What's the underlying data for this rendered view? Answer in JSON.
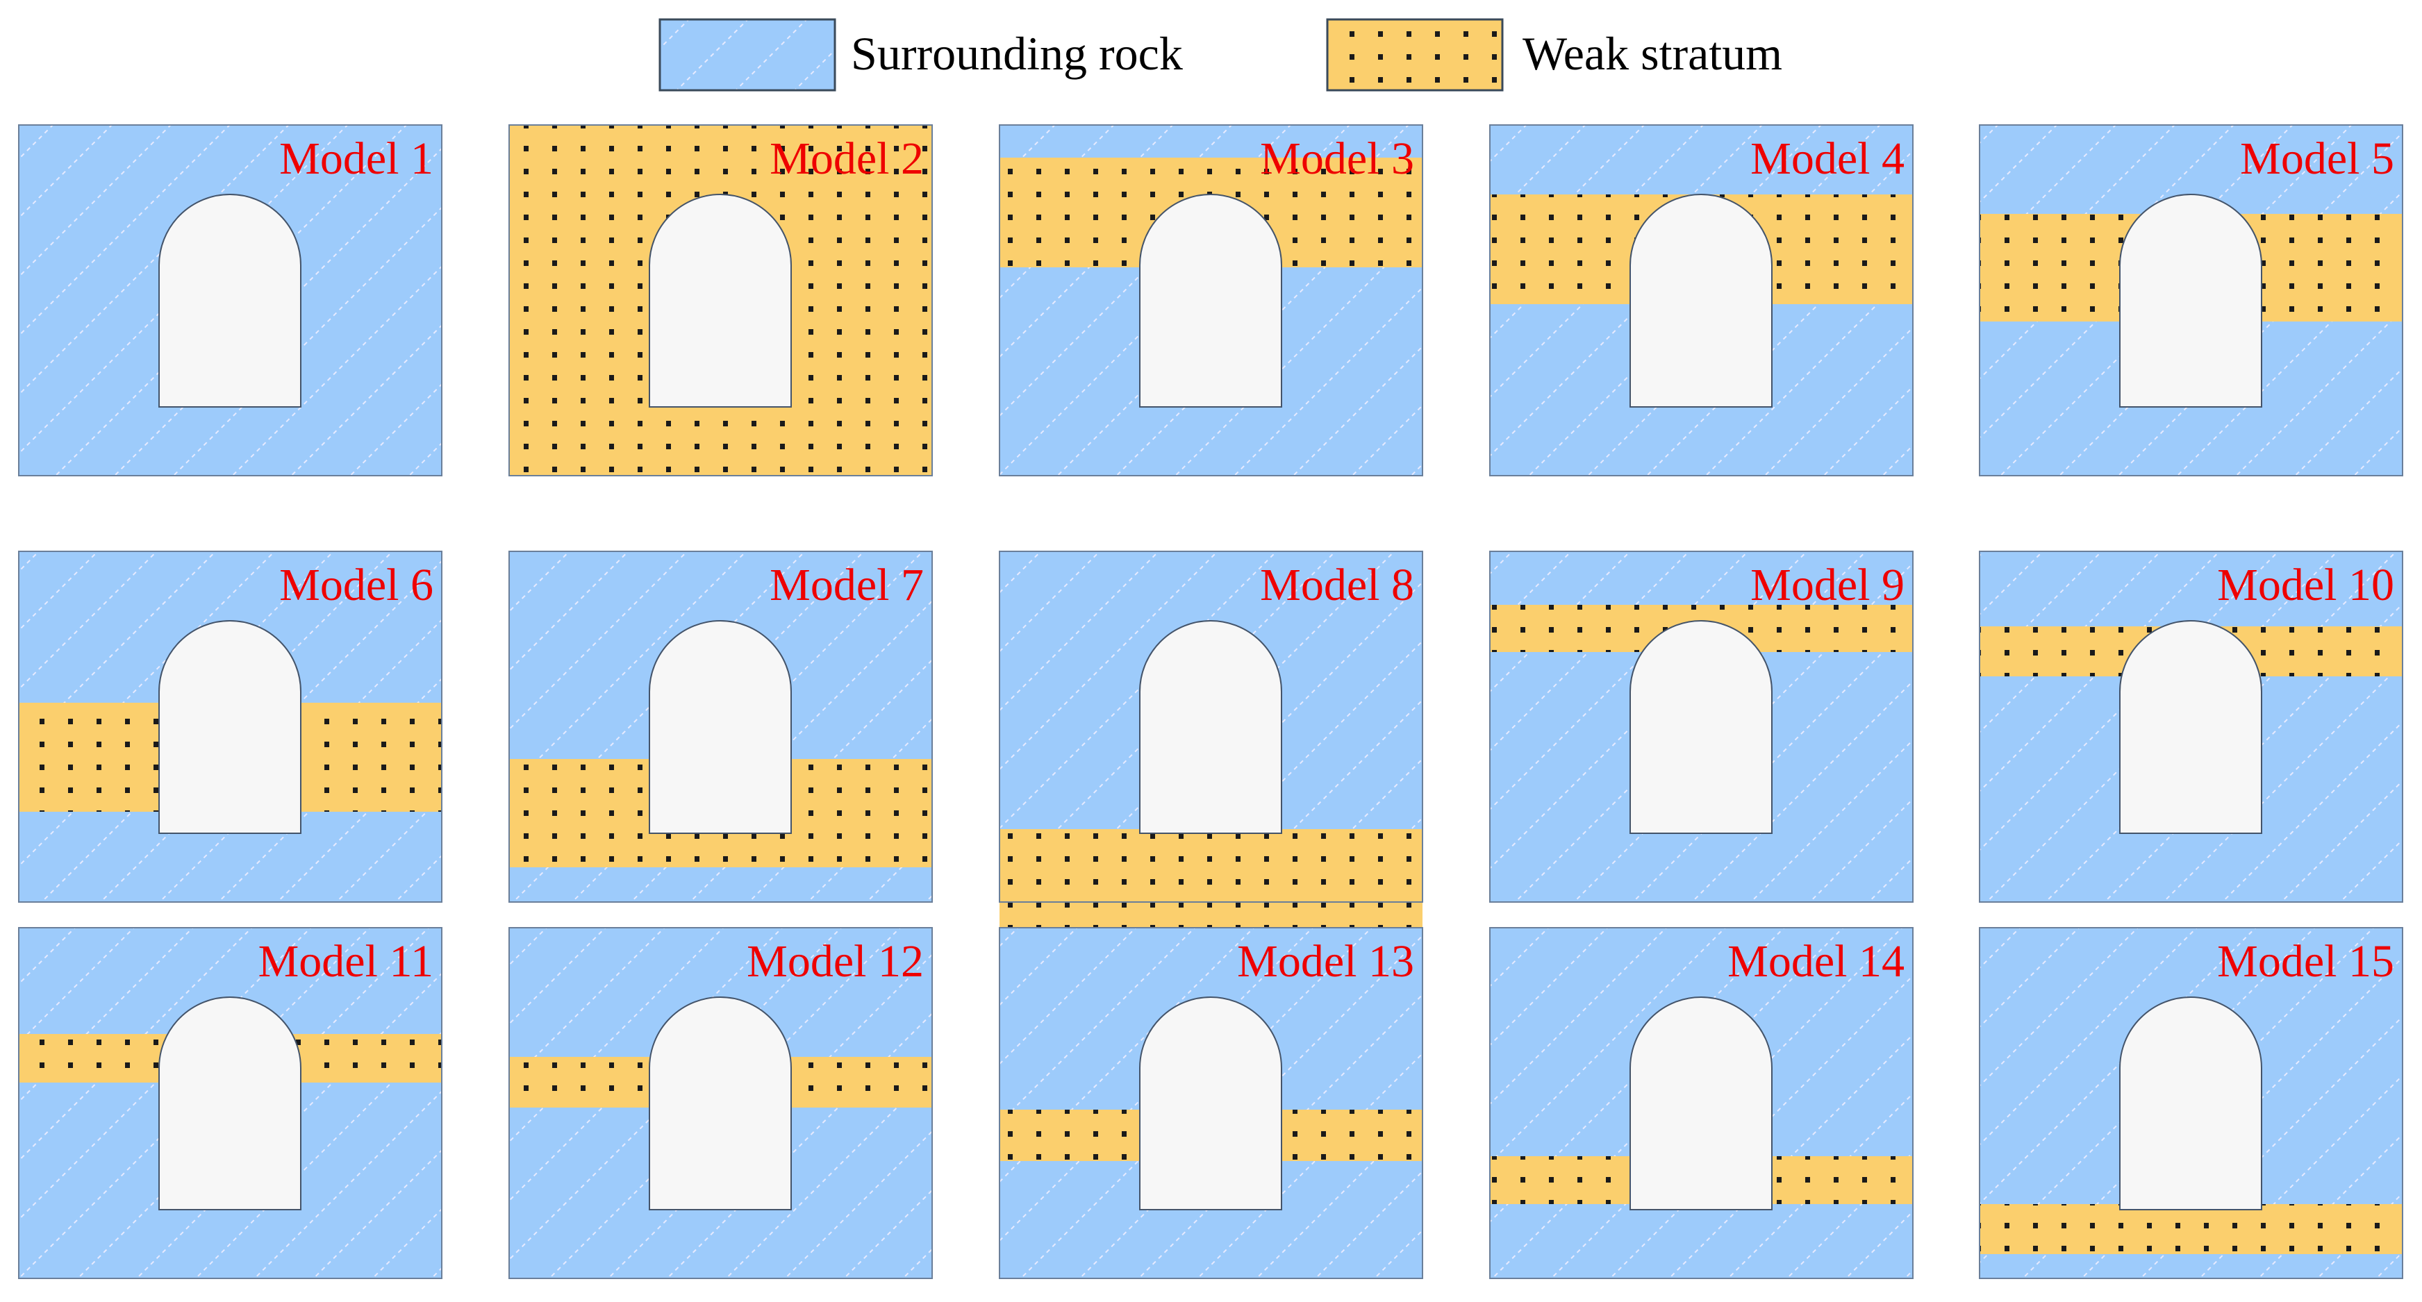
{
  "colors": {
    "rock": "#9dcbfb",
    "rock_hatch": "#e6eaff",
    "weak": "#fbcf6d",
    "weak_dots": "#1a1a1a",
    "tunnel": "#f7f7f7",
    "label": "#ee0000",
    "border": "#6a7f9a"
  },
  "legend": {
    "rock_label": "Surrounding rock",
    "weak_label": "Weak stratum"
  },
  "models": [
    {
      "label": "Model 1",
      "weak_layer": "none"
    },
    {
      "label": "Model 2",
      "weak_layer": "full"
    },
    {
      "label": "Model 3",
      "weak_layer": "band"
    },
    {
      "label": "Model 4",
      "weak_layer": "band"
    },
    {
      "label": "Model 5",
      "weak_layer": "band"
    },
    {
      "label": "Model 6",
      "weak_layer": "band"
    },
    {
      "label": "Model 7",
      "weak_layer": "band"
    },
    {
      "label": "Model 8",
      "weak_layer": "band"
    },
    {
      "label": "Model 9",
      "weak_layer": "band"
    },
    {
      "label": "Model 10",
      "weak_layer": "band"
    },
    {
      "label": "Model 11",
      "weak_layer": "band"
    },
    {
      "label": "Model 12",
      "weak_layer": "band"
    },
    {
      "label": "Model 13",
      "weak_layer": "band"
    },
    {
      "label": "Model 14",
      "weak_layer": "band"
    },
    {
      "label": "Model 15",
      "weak_layer": "band"
    }
  ]
}
